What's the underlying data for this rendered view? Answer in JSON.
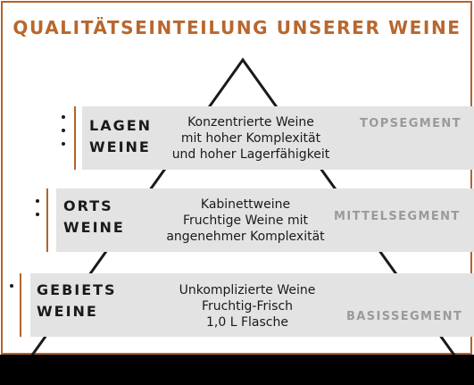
{
  "title": "QUALITÄTSEINTEILUNG UNSERER WEINE",
  "colors": {
    "accent": "#b3642b",
    "tier_bg": "#e3e3e3",
    "text": "#1a1a1a",
    "segment": "#9a9a9a",
    "band": "#000000"
  },
  "tiers": [
    {
      "name_line1": "LAGEN",
      "name_line2": "WEINE",
      "desc_lines": [
        "Konzentrierte Weine",
        "mit hoher Komplexität",
        "und hoher Lagerfähigkeit"
      ],
      "segment": "TOPSEGMENT",
      "dots": 3
    },
    {
      "name_line1": "ORTS",
      "name_line2": "WEINE",
      "desc_lines": [
        "Kabinettweine",
        "Fruchtige Weine mit",
        "angenehmer Komplexität"
      ],
      "segment": "MITTELSEGMENT",
      "dots": 2
    },
    {
      "name_line1": "GEBIETS",
      "name_line2": "WEINE",
      "desc_lines": [
        "Unkomplizierte Weine",
        "Fruchtig-Frisch",
        "1,0 L Flasche"
      ],
      "segment": "BASISSEGMENT",
      "dots": 1
    }
  ]
}
